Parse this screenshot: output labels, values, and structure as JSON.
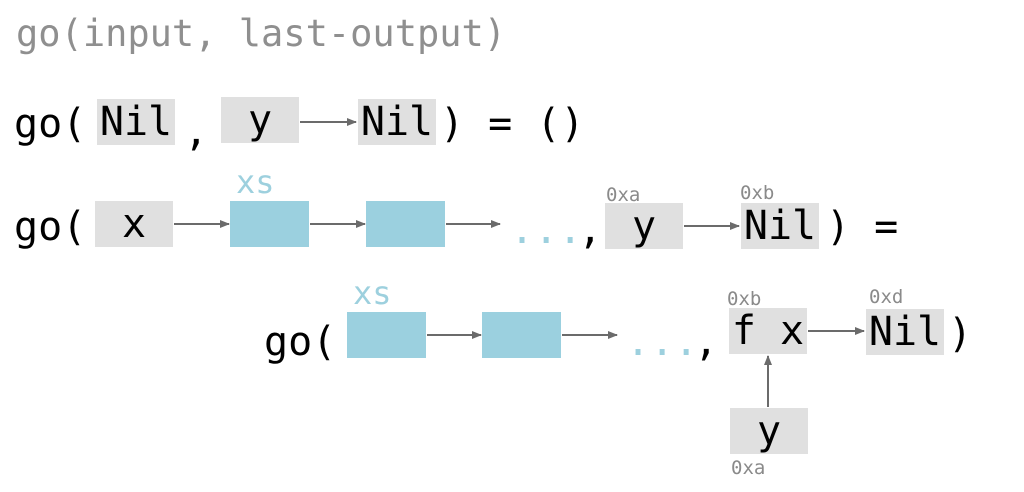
{
  "header": "go(input, last-output)",
  "row1": {
    "go": "go(",
    "nil_box": "Nil",
    "comma": ",",
    "y_box": "y",
    "nil_end": "Nil",
    "result": ") = ()"
  },
  "row2": {
    "go": "go(",
    "x_box": "x",
    "xs_label": "xs",
    "dots": "...",
    "comma": ",",
    "addr_a": "0xa",
    "y_box": "y",
    "addr_b": "0xb",
    "nil_box": "Nil",
    "tail": ") ="
  },
  "row3": {
    "go": "go(",
    "xs_label": "xs",
    "dots": "...",
    "comma": ",",
    "addr_b": "0xb",
    "fx_box": "f x",
    "addr_d": "0xd",
    "nil_box": "Nil",
    "close": ")",
    "y_box": "y",
    "addr_a": "0xa"
  },
  "colors": {
    "gray_box": "#e0e0e0",
    "list_cell": "#9bd0df",
    "xs_label": "#9dd0de",
    "arrow": "#6b6b6b",
    "header_text": "#8f8f8f"
  }
}
